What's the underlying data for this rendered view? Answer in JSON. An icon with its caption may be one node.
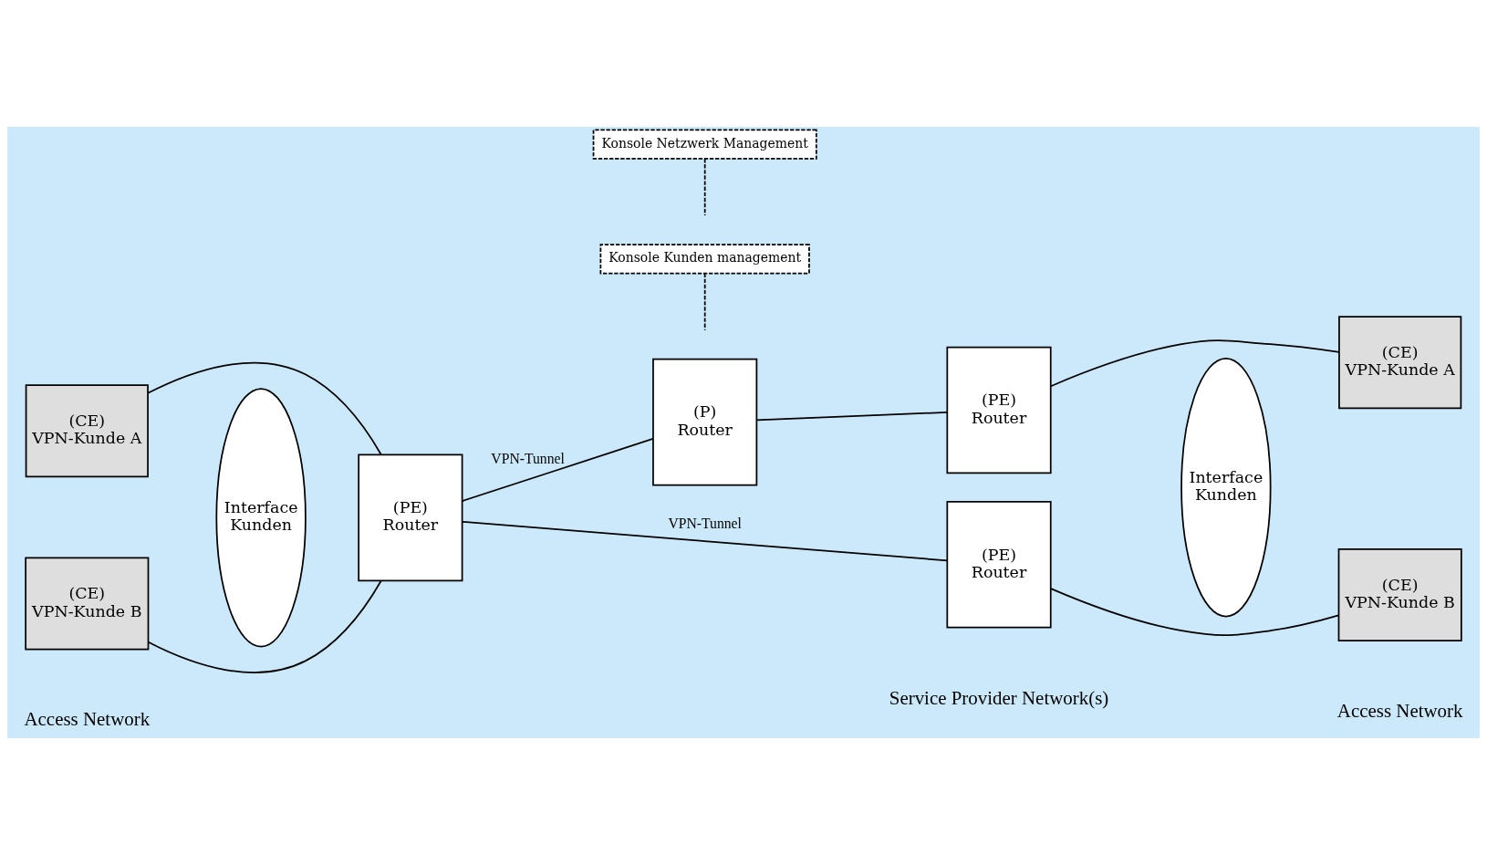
{
  "diagram": {
    "nodes": [
      {
        "text": [
          "(CE)",
          "VPN-Kunde A"
        ]
      },
      {
        "text": [
          "(CE)",
          "VPN-Kunde B"
        ]
      },
      {
        "text": [
          "Interface",
          "Kunden"
        ]
      },
      {
        "text": [
          "(PE)",
          "Router"
        ]
      },
      {
        "text": [
          "(P)",
          "Router"
        ]
      },
      {
        "text": [
          "(PE)",
          "Router"
        ]
      },
      {
        "text": [
          "(PE)",
          "Router"
        ]
      },
      {
        "text": [
          "Interface",
          "Kunden"
        ]
      },
      {
        "text": [
          "(CE)",
          "VPN-Kunde A"
        ]
      },
      {
        "text": [
          "(CE)",
          "VPN-Kunde B"
        ]
      },
      {
        "text": [
          "Konsole Kunden management"
        ]
      },
      {
        "text": [
          "Konsole Netzwerk Management"
        ]
      }
    ],
    "edges": [
      {
        "from": 0,
        "to": 3,
        "arrow": "none"
      },
      {
        "from": 3,
        "to": 4,
        "arrow": "none",
        "label": "VPN-Tunnel"
      },
      {
        "from": 4,
        "to": 5,
        "arrow": "none"
      },
      {
        "from": 5,
        "to": 8,
        "arrow": "none"
      },
      {
        "from": 1,
        "to": 3,
        "arrow": "none"
      },
      {
        "from": 3,
        "to": 6,
        "arrow": "none",
        "label": "VPN-Tunnel"
      },
      {
        "from": 6,
        "to": 9,
        "arrow": "none"
      },
      {
        "from": 10,
        "to": null,
        "arrow": "none",
        "style": "dashed"
      },
      {
        "from": 11,
        "to": null,
        "arrow": "none",
        "style": "dashed"
      }
    ],
    "labels": [
      "Access Network",
      "Service Provider Network(s)",
      "Access Network"
    ]
  }
}
